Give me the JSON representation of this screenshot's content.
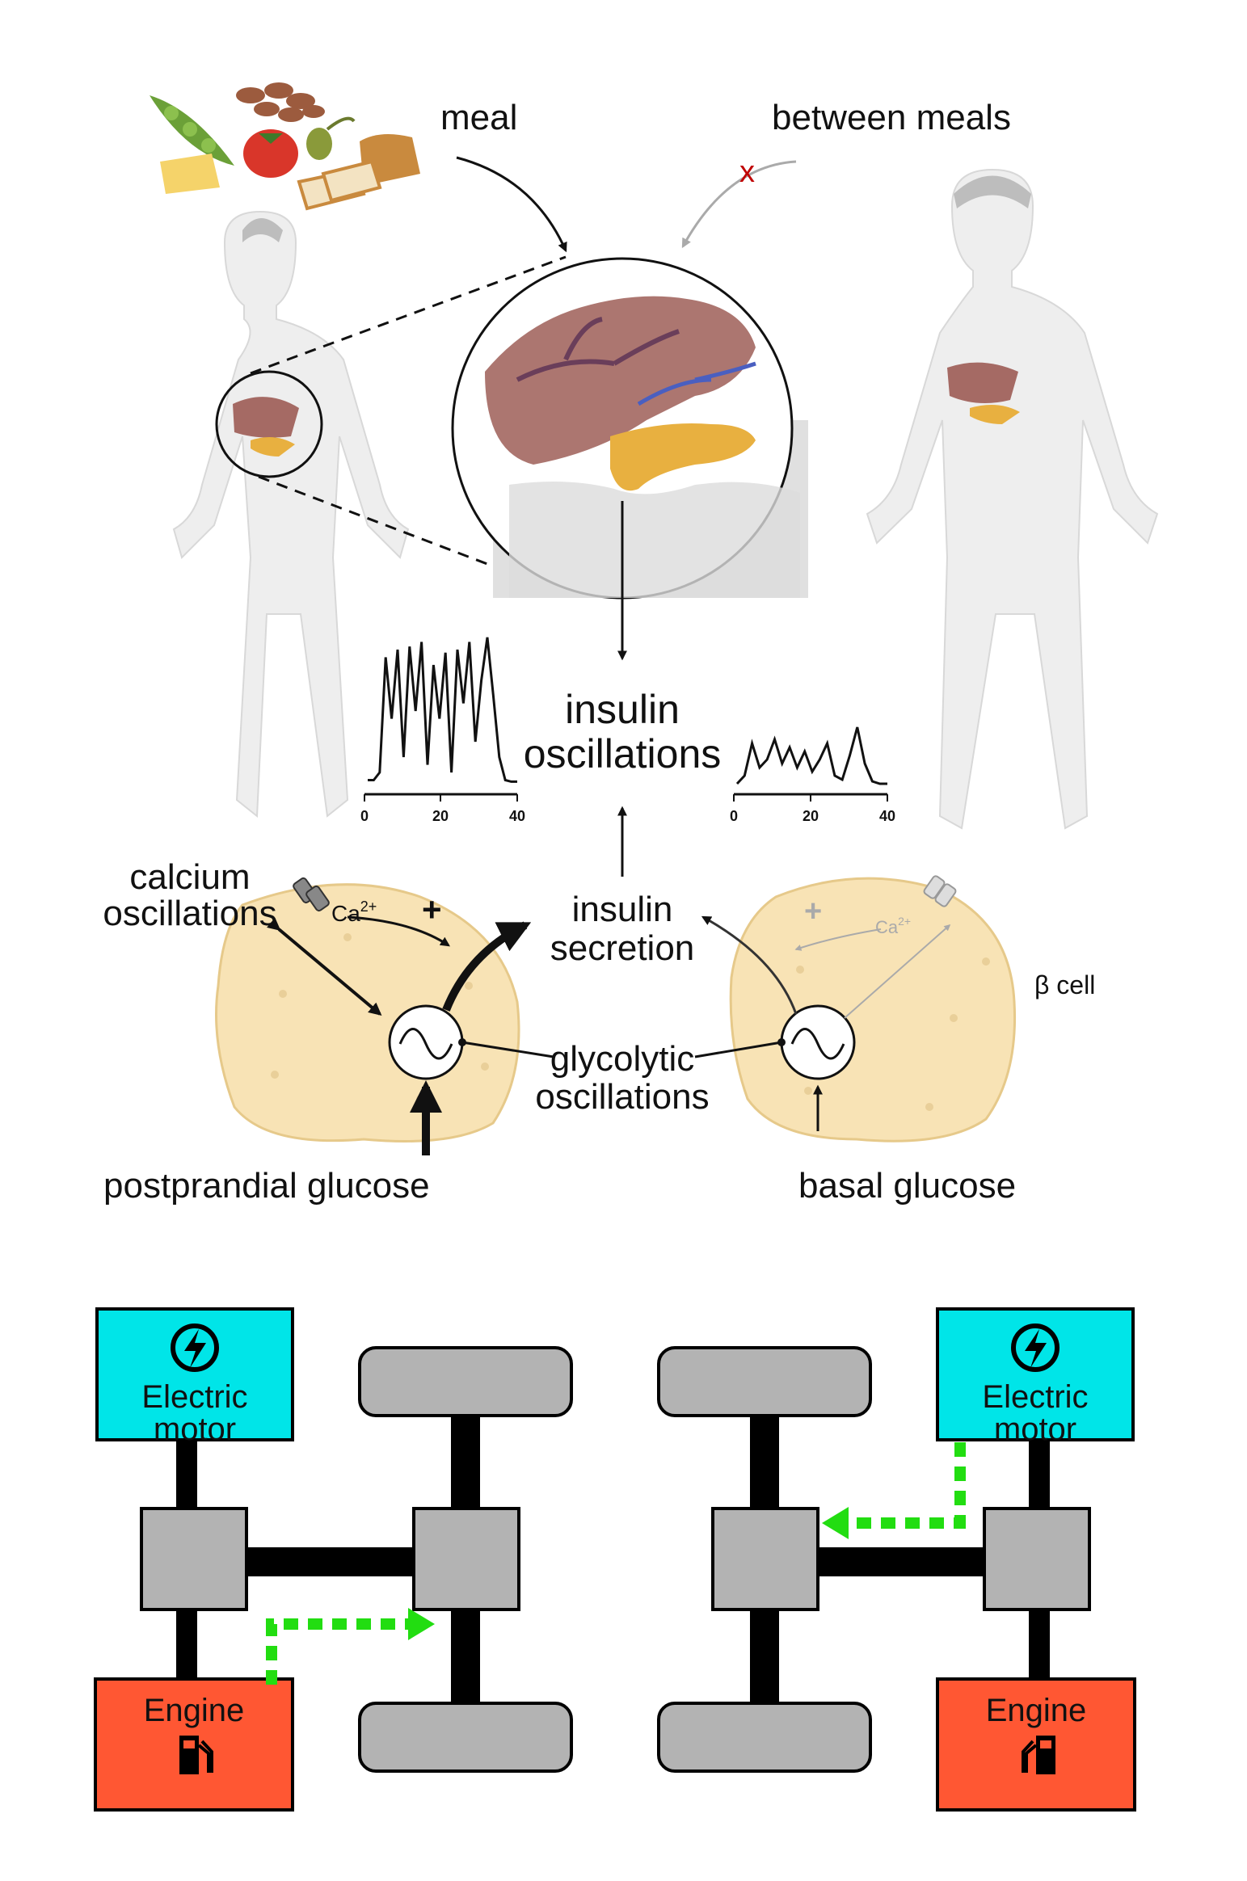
{
  "labels": {
    "meal": "meal",
    "between_meals": "between meals",
    "x_mark": "x",
    "insulin_osc_1": "insulin",
    "insulin_osc_2": "oscillations",
    "calcium_1": "calcium",
    "calcium_2": "oscillations",
    "ca_ion": "Ca",
    "ca_sup": "2+",
    "plus": "+",
    "insulin_sec_1": "insulin",
    "insulin_sec_2": "secretion",
    "beta_cell": "β cell",
    "glyco_1": "glycolytic",
    "glyco_2": "oscillations",
    "postprandial": "postprandial glucose",
    "basal": "basal glucose"
  },
  "traces": {
    "ticks": [
      "0",
      "20",
      "40"
    ],
    "left_values": [
      0.05,
      0.05,
      0.1,
      0.85,
      0.45,
      0.9,
      0.2,
      0.92,
      0.5,
      0.95,
      0.15,
      0.8,
      0.45,
      0.88,
      0.1,
      0.9,
      0.55,
      0.95,
      0.3,
      0.7,
      0.98,
      0.6,
      0.2,
      0.05,
      0.04,
      0.04
    ],
    "right_values": [
      0.05,
      0.15,
      0.55,
      0.25,
      0.35,
      0.6,
      0.3,
      0.5,
      0.25,
      0.45,
      0.2,
      0.35,
      0.55,
      0.15,
      0.1,
      0.4,
      0.75,
      0.3,
      0.08,
      0.05,
      0.05
    ]
  },
  "hybrid": {
    "left": {
      "motor_line1": "Electric",
      "motor_line2": "motor",
      "engine": "Engine"
    },
    "right": {
      "motor_line1": "Electric",
      "motor_line2": "motor",
      "engine": "Engine"
    },
    "colors": {
      "motor": "#00E5E8",
      "engine": "#FF5733",
      "gear": "#B3B3B3",
      "flow": "#22DD11"
    }
  },
  "colors": {
    "cell": "#F8E3B5",
    "liver": "#A56A64",
    "pancreas": "#E8B040",
    "body": "#EDEDED"
  }
}
